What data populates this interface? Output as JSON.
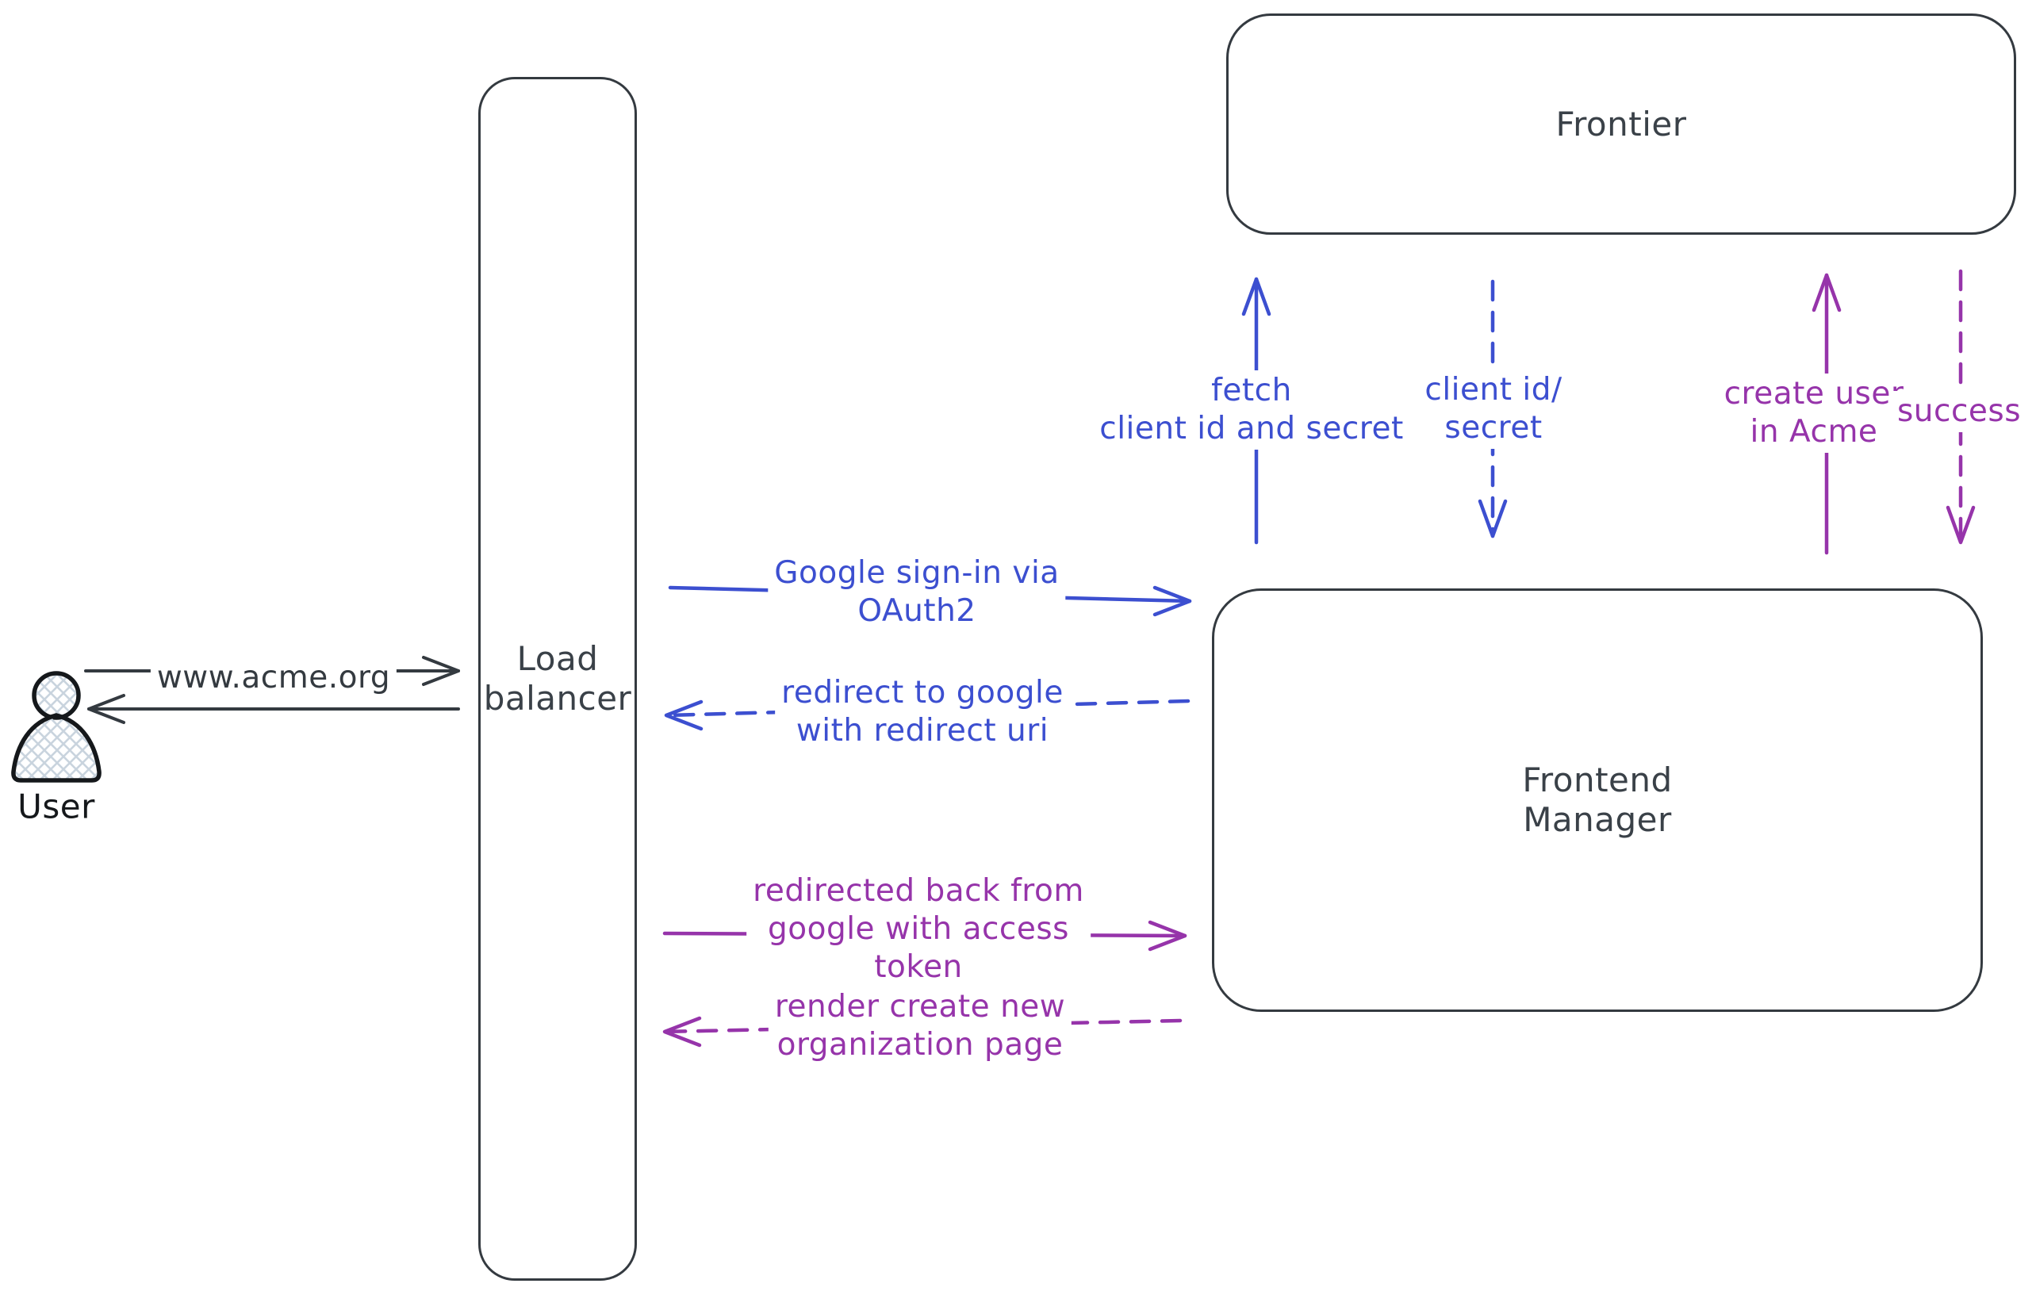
{
  "colors": {
    "stroke_dark": "#343a40",
    "arrow_blue": "#3c4fd0",
    "arrow_purple": "#9634aa",
    "hatch_fill": "#c9d4de",
    "background": "#ffffff"
  },
  "nodes": {
    "user": {
      "label": "User"
    },
    "load_balancer": {
      "lines": [
        "Load",
        "balancer"
      ]
    },
    "frontier": {
      "label": "Frontier"
    },
    "frontend_manager": {
      "lines": [
        "Frontend",
        "Manager"
      ]
    }
  },
  "flows": {
    "acme_request": {
      "label": "www.acme.org",
      "style": "solid",
      "color": "dark",
      "from": "user",
      "to": "load_balancer"
    },
    "acme_response": {
      "label": "",
      "style": "solid",
      "color": "dark",
      "from": "load_balancer",
      "to": "user"
    },
    "google_signin": {
      "lines": [
        "Google sign-in via",
        "OAuth2"
      ],
      "style": "solid",
      "color": "blue",
      "from": "load_balancer",
      "to": "frontend_manager"
    },
    "redirect_google": {
      "lines": [
        "redirect to google",
        "with redirect uri"
      ],
      "style": "dashed",
      "color": "blue",
      "from": "frontend_manager",
      "to": "load_balancer"
    },
    "fetch_secret": {
      "lines": [
        "fetch",
        "client id and secret"
      ],
      "style": "solid",
      "color": "blue",
      "from": "frontend_manager",
      "to": "frontier"
    },
    "client_id_secret": {
      "lines": [
        "client id/",
        "secret"
      ],
      "style": "dashed",
      "color": "blue",
      "from": "frontier",
      "to": "frontend_manager"
    },
    "create_user": {
      "lines": [
        "create user",
        "in Acme"
      ],
      "style": "solid",
      "color": "purple",
      "from": "frontend_manager",
      "to": "frontier"
    },
    "success": {
      "label": "success",
      "style": "dashed",
      "color": "purple",
      "from": "frontier",
      "to": "frontend_manager"
    },
    "redirected_back": {
      "lines": [
        "redirected back from",
        "google with access",
        "token"
      ],
      "style": "solid",
      "color": "purple",
      "from": "load_balancer",
      "to": "frontend_manager"
    },
    "render_org": {
      "lines": [
        "render create new",
        "organization page"
      ],
      "style": "dashed",
      "color": "purple",
      "from": "frontend_manager",
      "to": "load_balancer"
    }
  }
}
